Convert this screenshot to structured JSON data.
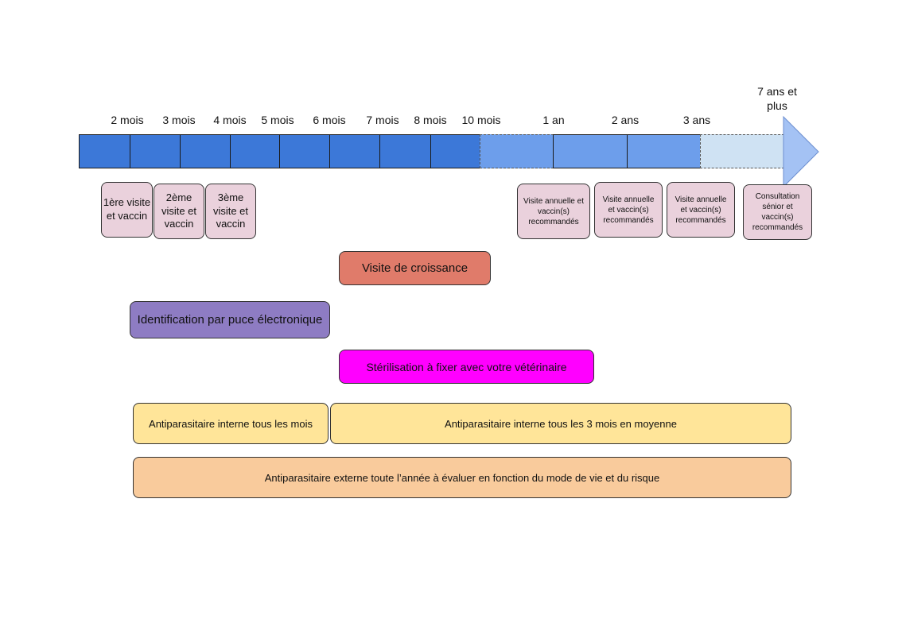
{
  "timeline": {
    "labels": [
      "2 mois",
      "3 mois",
      "4 mois",
      "5 mois",
      "6 mois",
      "7 mois",
      "8 mois",
      "10 mois",
      "1 an",
      "2 ans",
      "3 ans"
    ],
    "end_label": "7 ans et plus"
  },
  "visits": [
    "1ère visite et vaccin",
    "2ème visite et vaccin",
    "3ème visite et vaccin",
    "Visite annuelle et vaccin(s) recommandés",
    "Visite annuelle et vaccin(s) recommandés",
    "Visite annuelle et vaccin(s) recommandés",
    "Consultation sénior et vaccin(s) recommandés"
  ],
  "bars": {
    "croissance": "Visite de croissance",
    "identification": "Identification par puce électronique",
    "sterilisation": "Stérilisation à fixer avec votre vétérinaire",
    "antipara_interne_mois": "Antiparasitaire interne tous les mois",
    "antipara_interne_3mois": "Antiparasitaire interne tous les 3 mois en moyenne",
    "antipara_externe": "Antiparasitaire externe toute l’année à évaluer en fonction du mode de vie et du risque"
  },
  "colors": {
    "dark_blue": "#3c78d8",
    "mid_blue": "#6d9eeb",
    "light_blue": "#cfe2f3",
    "arrow_blue": "#a4c2f4",
    "visit_pink": "#ead1dc",
    "croissance": "#e07b6a",
    "identification": "#8e7cc3",
    "sterilisation": "#ff00ff",
    "antipara_interne": "#ffe599",
    "antipara_externe": "#f9cb9c"
  }
}
